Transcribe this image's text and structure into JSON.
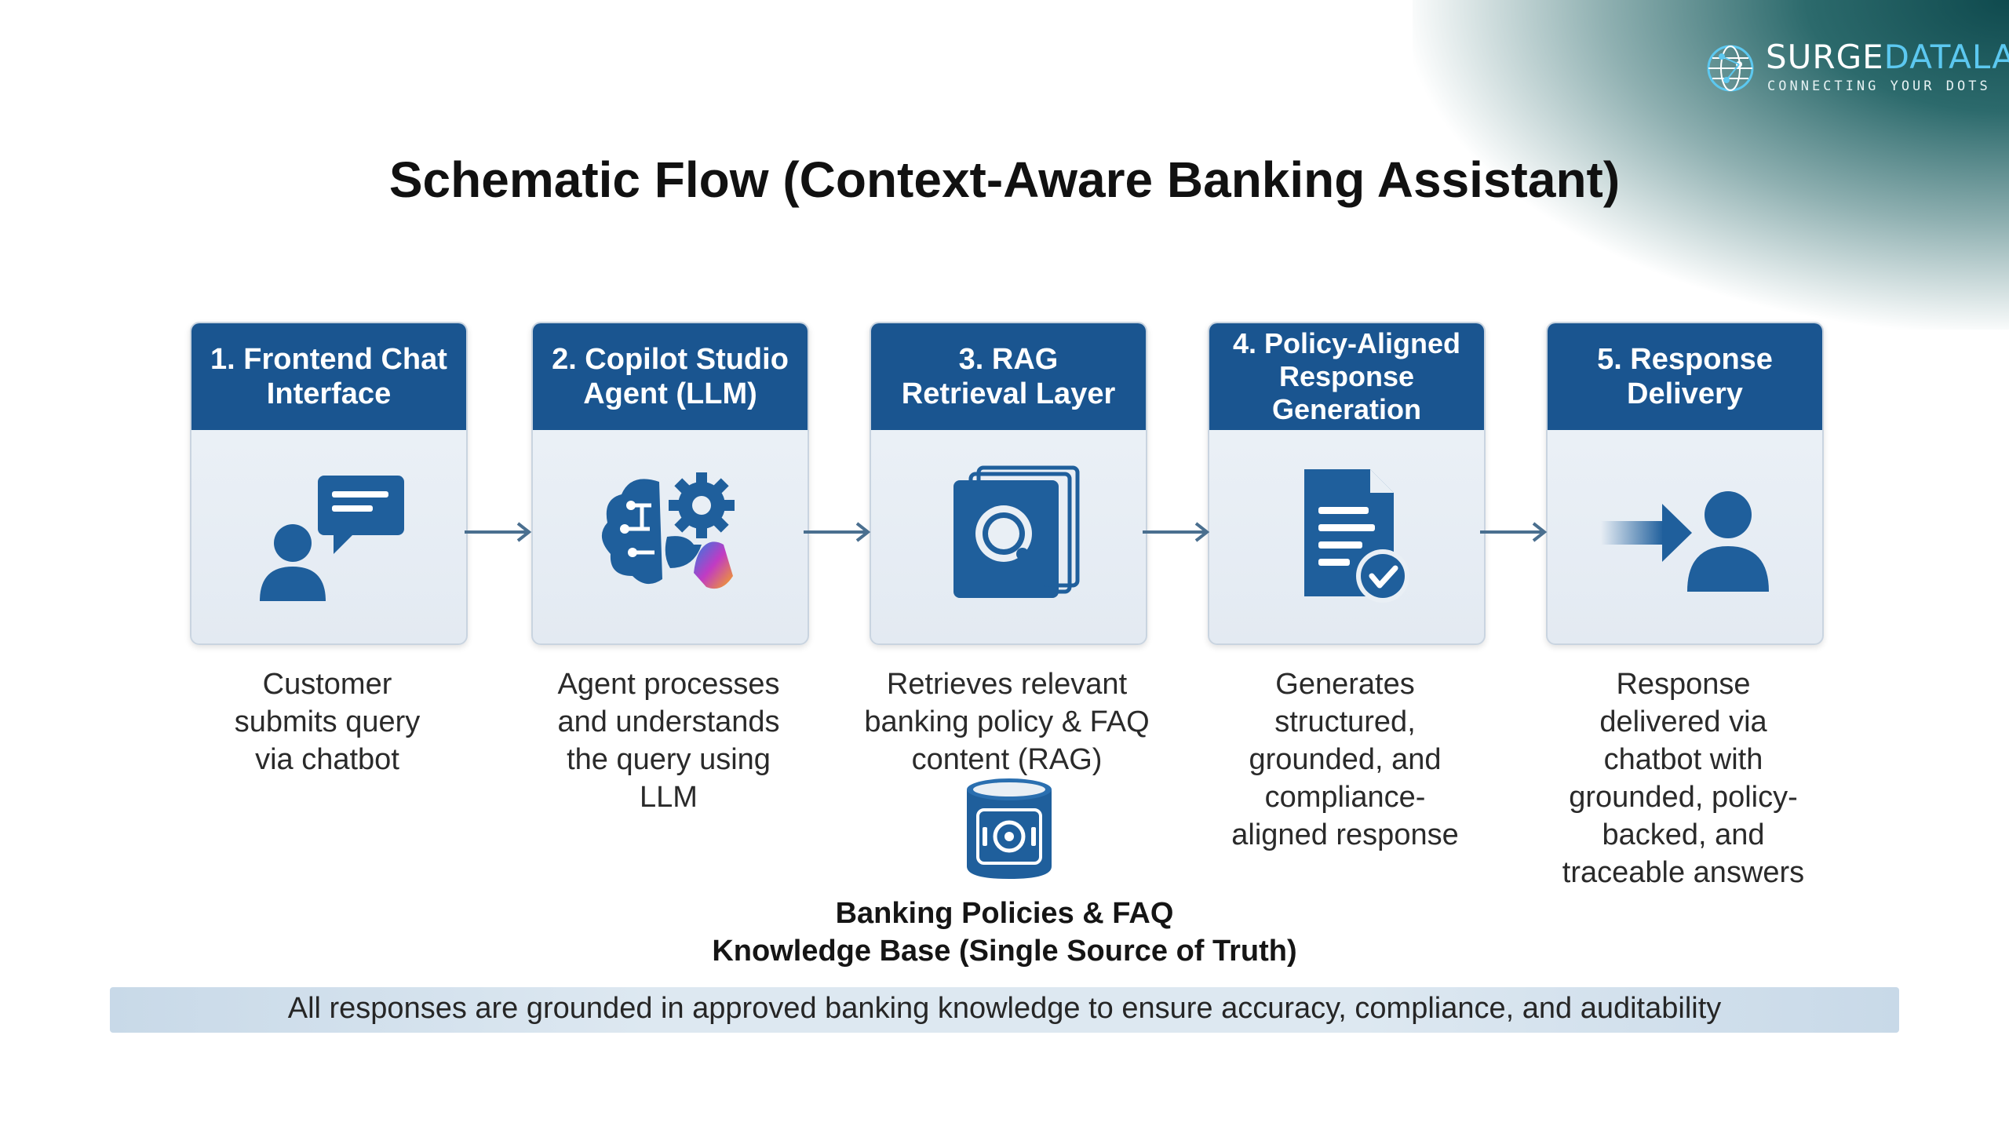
{
  "logo": {
    "name_part1": "SURGE",
    "name_part2": "DATALAB",
    "tagline": "CONNECTING YOUR DOTS"
  },
  "title": "Schematic Flow (Context-Aware Banking Assistant)",
  "stages": [
    {
      "heading": "1. Frontend Chat\nInterface",
      "icon": "user-chat-icon",
      "description": "Customer\nsubmits query\nvia chatbot"
    },
    {
      "heading": "2. Copilot Studio\nAgent (LLM)",
      "icon": "brain-gear-copilot-icon",
      "description": "Agent processes\nand understands\nthe query using\nLLM"
    },
    {
      "heading": "3. RAG\nRetrieval Layer",
      "icon": "document-search-icon",
      "description": "Retrieves relevant\nbanking policy & FAQ\ncontent (RAG)"
    },
    {
      "heading": "4. Policy-Aligned\nResponse\nGeneration",
      "icon": "document-check-icon",
      "description": "Generates\nstructured,\ngrounded, and\ncompliance-\naligned response"
    },
    {
      "heading": "5. Response\nDelivery",
      "icon": "arrow-to-user-icon",
      "description": "Response\ndelivered via\nchatbot with\ngrounded, policy-\nbacked, and\ntraceable answers"
    }
  ],
  "knowledge_base": {
    "icon": "database-vault-icon",
    "caption": "Banking Policies & FAQ\nKnowledge Base (Single Source of Truth)"
  },
  "footer": "All responses are grounded in approved banking knowledge to ensure accuracy, compliance, and auditability",
  "colors": {
    "header_blue": "#1a5590",
    "icon_blue": "#1f5f9c",
    "brand_teal": "#0f4a4e",
    "brand_accent": "#5cc8f0"
  }
}
